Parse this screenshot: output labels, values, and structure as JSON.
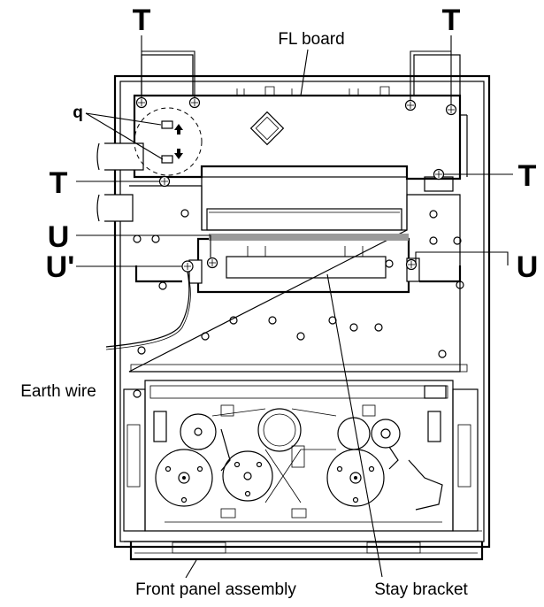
{
  "labels": {
    "t_top_left": "T",
    "t_top_right": "T",
    "t_mid_left": "T",
    "t_mid_right": "T",
    "u_left": "U",
    "u_prime": "U'",
    "u_right": "U",
    "q": "q",
    "fl_board": "FL board",
    "earth_wire": "Earth wire",
    "front_panel_assembly": "Front panel assembly",
    "stay_bracket": "Stay bracket"
  }
}
